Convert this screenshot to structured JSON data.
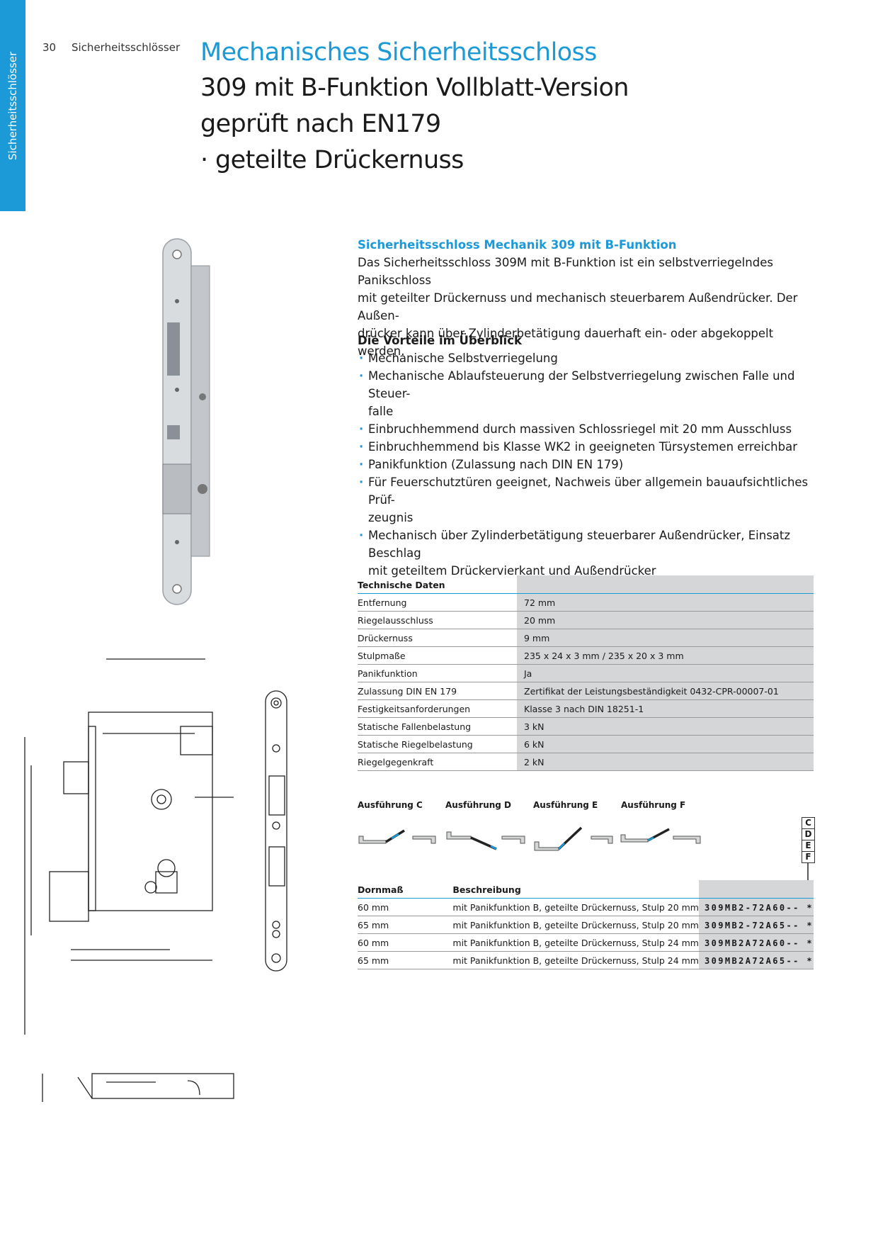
{
  "side_tab": "Sicherheitsschlösser",
  "header": {
    "page_number": "30",
    "section": "Sicherheitsschlösser"
  },
  "title": {
    "line1": "Mechanisches Sicherheitsschloss",
    "line2": "309 mit B-Funktion Vollblatt-Version",
    "line3": "geprüft nach EN179",
    "line4": "· geteilte Drückernuss"
  },
  "intro": {
    "heading": "Sicherheitsschloss Mechanik 309 mit B-Funktion",
    "lines": [
      "Das Sicherheitsschloss 309M mit B-Funktion ist ein selbstverriegelndes Panikschloss",
      "mit geteilter Drückernuss und mechanisch steuerbarem Außendrücker. Der Außen-",
      "drücker kann über Zylinderbetätigung dauerhaft ein- oder abgekoppelt werden."
    ]
  },
  "benefits": {
    "heading": "Die Vorteile im Überblick",
    "items": [
      "Mechanische Selbstverriegelung",
      "Mechanische Ablaufsteuerung der Selbstverriegelung zwischen Falle und Steuer-\nfalle",
      "Einbruchhemmend durch massiven Schlossriegel mit 20 mm Ausschluss",
      "Einbruchhemmend bis Klasse WK2 in geeigneten Türsystemen erreichbar",
      "Panikfunktion (Zulassung nach DIN EN 179)",
      "Für Feuerschutztüren geeignet, Nachweis über allgemein bauaufsichtliches Prüf-\nzeugnis",
      "Mechanisch über Zylinderbetätigung steuerbarer Außendrücker, Einsatz Beschlag\nmit geteiltem Drückervierkant und Außendrücker"
    ]
  },
  "tech": {
    "heading": "Technische Daten",
    "rows": [
      {
        "key": "Entfernung",
        "value": "72 mm"
      },
      {
        "key": "Riegelausschluss",
        "value": "20 mm"
      },
      {
        "key": "Drückernuss",
        "value": "9 mm"
      },
      {
        "key": "Stulpmaße",
        "value": "235 x 24 x 3 mm / 235 x 20 x 3 mm"
      },
      {
        "key": "Panikfunktion",
        "value": "Ja"
      },
      {
        "key": "Zulassung DIN EN 179",
        "value": "Zertifikat der Leistungsbeständigkeit 0432-CPR-00007-01"
      },
      {
        "key": "Festigkeitsanforderungen",
        "value": "Klasse 3 nach DIN 18251-1"
      },
      {
        "key": "Statische Fallenbelastung",
        "value": "3 kN"
      },
      {
        "key": "Statische Riegelbelastung",
        "value": "6 kN"
      },
      {
        "key": "Riegelgegenkraft",
        "value": "2 kN"
      }
    ]
  },
  "variants": {
    "labels": [
      "Ausführung C",
      "Ausführung D",
      "Ausführung E",
      "Ausführung F"
    ],
    "letters": [
      "C",
      "D",
      "E",
      "F"
    ],
    "accent": "#1b9ad7"
  },
  "orders": {
    "headers": [
      "Dornmaß",
      "Beschreibung",
      ""
    ],
    "rows": [
      {
        "dornmass": "60 mm",
        "desc": "mit Panikfunktion B, geteilte Drückernuss, Stulp 20 mm",
        "code": "309MB2-72A60-- *"
      },
      {
        "dornmass": "65 mm",
        "desc": "mit Panikfunktion B, geteilte Drückernuss, Stulp 20 mm",
        "code": "309MB2-72A65-- *"
      },
      {
        "dornmass": "60 mm",
        "desc": "mit Panikfunktion B, geteilte Drückernuss, Stulp 24 mm",
        "code": "309MB2A72A60-- *"
      },
      {
        "dornmass": "65 mm",
        "desc": "mit Panikfunktion B, geteilte Drückernuss, Stulp 24 mm",
        "code": "309MB2A72A65-- *"
      }
    ]
  },
  "colors": {
    "accent": "#1b9ad7",
    "table_gray": "#d4d6d8"
  }
}
